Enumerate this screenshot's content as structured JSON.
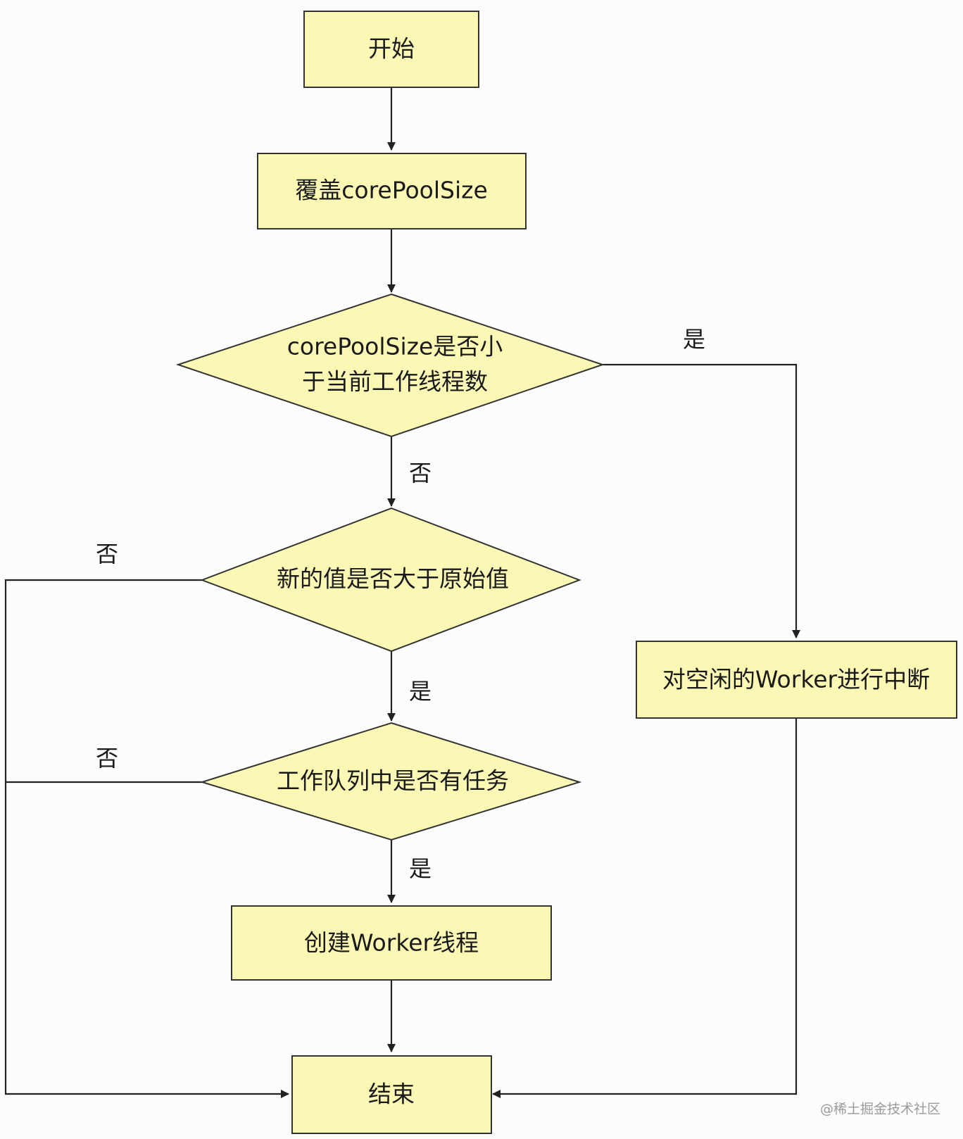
{
  "nodes": {
    "start": "开始",
    "override": "覆盖corePoolSize",
    "check_core_line1": "corePoolSize是否小",
    "check_core_line2": "于当前工作线程数",
    "check_new_value": "新的值是否大于原始值",
    "check_queue": "工作队列中是否有任务",
    "create_worker": "创建Worker线程",
    "interrupt_idle": "对空闲的Worker进行中断",
    "end": "结束"
  },
  "edge_labels": {
    "core_yes": "是",
    "core_no": "否",
    "newval_no": "否",
    "newval_yes": "是",
    "queue_no": "否",
    "queue_yes": "是"
  },
  "watermark": "@稀土掘金技术社区",
  "colors": {
    "node_fill": "#fbf8b6",
    "stroke": "#333333"
  }
}
